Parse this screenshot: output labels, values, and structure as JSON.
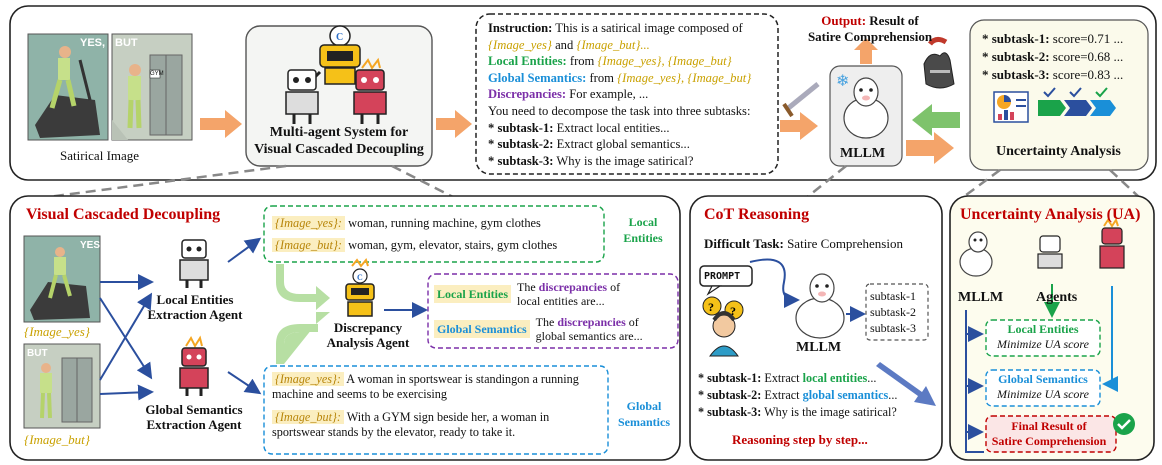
{
  "top": {
    "satirical_image_caption": "Satirical Image",
    "yes_label": "YES,",
    "but_label": "BUT",
    "gym_sign": "GYM",
    "multi_agent_title": "Multi-agent System for Visual Cascaded Decoupling",
    "instruction": {
      "instruction_label": "Instruction:",
      "instruction_text": "This is a satirical image composed of",
      "image_yes": "{Image_yes}",
      "and_word": "and",
      "image_but_ellipsis": "{Image_but}...",
      "local_label": "Local Entities:",
      "local_from": "from",
      "local_yes": "{Image_yes},",
      "local_but": "{Image_but}",
      "global_label": "Global Semantics:",
      "global_from": "from",
      "global_yes": "{Image_yes},",
      "global_but": "{Image_but}",
      "disc_label": "Discrepancies:",
      "disc_text": "For example, ...",
      "decompose": "You need to decompose the task into three subtasks:",
      "s1_label": "* subtask-1:",
      "s1_text": "Extract local entities...",
      "s2_label": "* subtask-2:",
      "s2_text": "Extract global semantics...",
      "s3_label": "* subtask-3:",
      "s3_text": "Why is the image satirical?"
    },
    "output_label": "Output:",
    "output_text": "Result of",
    "output_text2": "Satire Comprehension",
    "mllm": "MLLM",
    "scores": [
      {
        "label": "* subtask-1:",
        "value": "score=0.71 ..."
      },
      {
        "label": "* subtask-2:",
        "value": "score=0.68 ..."
      },
      {
        "label": "* subtask-3:",
        "value": "score=0.83 ..."
      }
    ],
    "uncertainty_analysis": "Uncertainty Analysis"
  },
  "vcd": {
    "title": "Visual Cascaded Decoupling",
    "image_yes": "{Image_yes}",
    "image_but": "{Image_but}",
    "yes_label": "YES,",
    "but_label": "BUT",
    "local_agent": "Local Entities\nExtraction Agent",
    "global_agent": "Global Semantics\nExtraction Agent",
    "discrepancy_agent": "Discrepancy\nAnalysis Agent",
    "local_yes_tag": "{Image_yes}:",
    "local_yes_text": "woman, running machine, gym clothes",
    "local_but_tag": "{Image_but}:",
    "local_but_text": "woman, gym, elevator, stairs, gym clothes",
    "local_entities_label": "Local\nEntities",
    "disc_local_tag": "Local Entities",
    "disc_local_pre": "The",
    "disc_local_word": "discrepancies",
    "disc_local_post": "of",
    "disc_local_line2": "local entities are...",
    "disc_global_tag": "Global Semantics",
    "disc_global_pre": "The",
    "disc_global_word": "discrepancies",
    "disc_global_post": "of",
    "disc_global_line2": "global semantics are...",
    "global_yes_tag": "{Image_yes}:",
    "global_yes_text": "A woman in sportswear is standingon a running machine and seems to be exercising",
    "global_but_tag": "{Image_but}:",
    "global_but_text": "With a GYM sign beside her, a woman in sportswear stands by the elevator, ready to take it.",
    "global_semantics_label": "Global\nSemantics"
  },
  "cot": {
    "title": "CoT Reasoning",
    "difficult_label": "Difficult Task:",
    "difficult_text": "Satire Comprehension",
    "prompt_label": "PROMPT",
    "mllm": "MLLM",
    "subtasks": [
      "subtask-1",
      "subtask-2",
      "subtask-3"
    ],
    "s1_label": "* subtask-1:",
    "s1_pre": "Extract",
    "s1_em": "local entities",
    "s1_post": "...",
    "s2_label": "* subtask-2:",
    "s2_pre": "Extract",
    "s2_em": "global semantics",
    "s2_post": "...",
    "s3_label": "* subtask-3:",
    "s3_text": "Why is the image satirical?",
    "footer": "Reasoning step by step..."
  },
  "ua": {
    "title": "Uncertainty Analysis (UA)",
    "mllm": "MLLM",
    "agents": "Agents",
    "local_title": "Local Entities",
    "local_sub": "Minimize UA score",
    "global_title": "Global Semantics",
    "global_sub": "Minimize UA score",
    "final_line1": "Final Result of",
    "final_line2": "Satire Comprehension"
  },
  "colors": {
    "green": "#1aa34a",
    "blue": "#1a8fd8",
    "purple": "#7b2fa8",
    "red": "#c00000",
    "orange_arrow": "#f4a46a",
    "dark_blue_arrow": "#2b4f9e",
    "yellow_tag": "#c9a100"
  }
}
